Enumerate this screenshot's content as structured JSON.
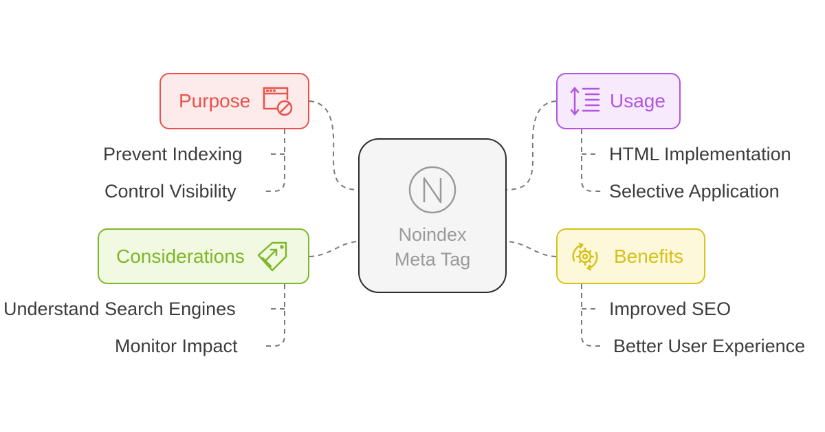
{
  "center": {
    "line1": "Noindex",
    "line2": "Meta Tag",
    "icon": "n-circle-icon"
  },
  "branches": {
    "purpose": {
      "label": "Purpose",
      "icon": "browser-blocked-icon",
      "color": "#e8524a",
      "bg": "#fdeaea",
      "items": [
        "Prevent Indexing",
        "Control Visibility"
      ]
    },
    "usage": {
      "label": "Usage",
      "icon": "text-lines-arrows-icon",
      "color": "#b255e0",
      "bg": "#f6eafc",
      "items": [
        "HTML Implementation",
        "Selective Application"
      ]
    },
    "considerations": {
      "label": "Considerations",
      "icon": "tag-arrow-icon",
      "color": "#7fb728",
      "bg": "#f1f9e3",
      "items": [
        "Understand Search Engines",
        "Monitor Impact"
      ]
    },
    "benefits": {
      "label": "Benefits",
      "icon": "gear-cycle-icon",
      "color": "#d4c21a",
      "bg": "#fcf8d9",
      "items": [
        "Improved SEO",
        "Better User Experience"
      ]
    }
  },
  "connector_color": "#7a7a7a"
}
